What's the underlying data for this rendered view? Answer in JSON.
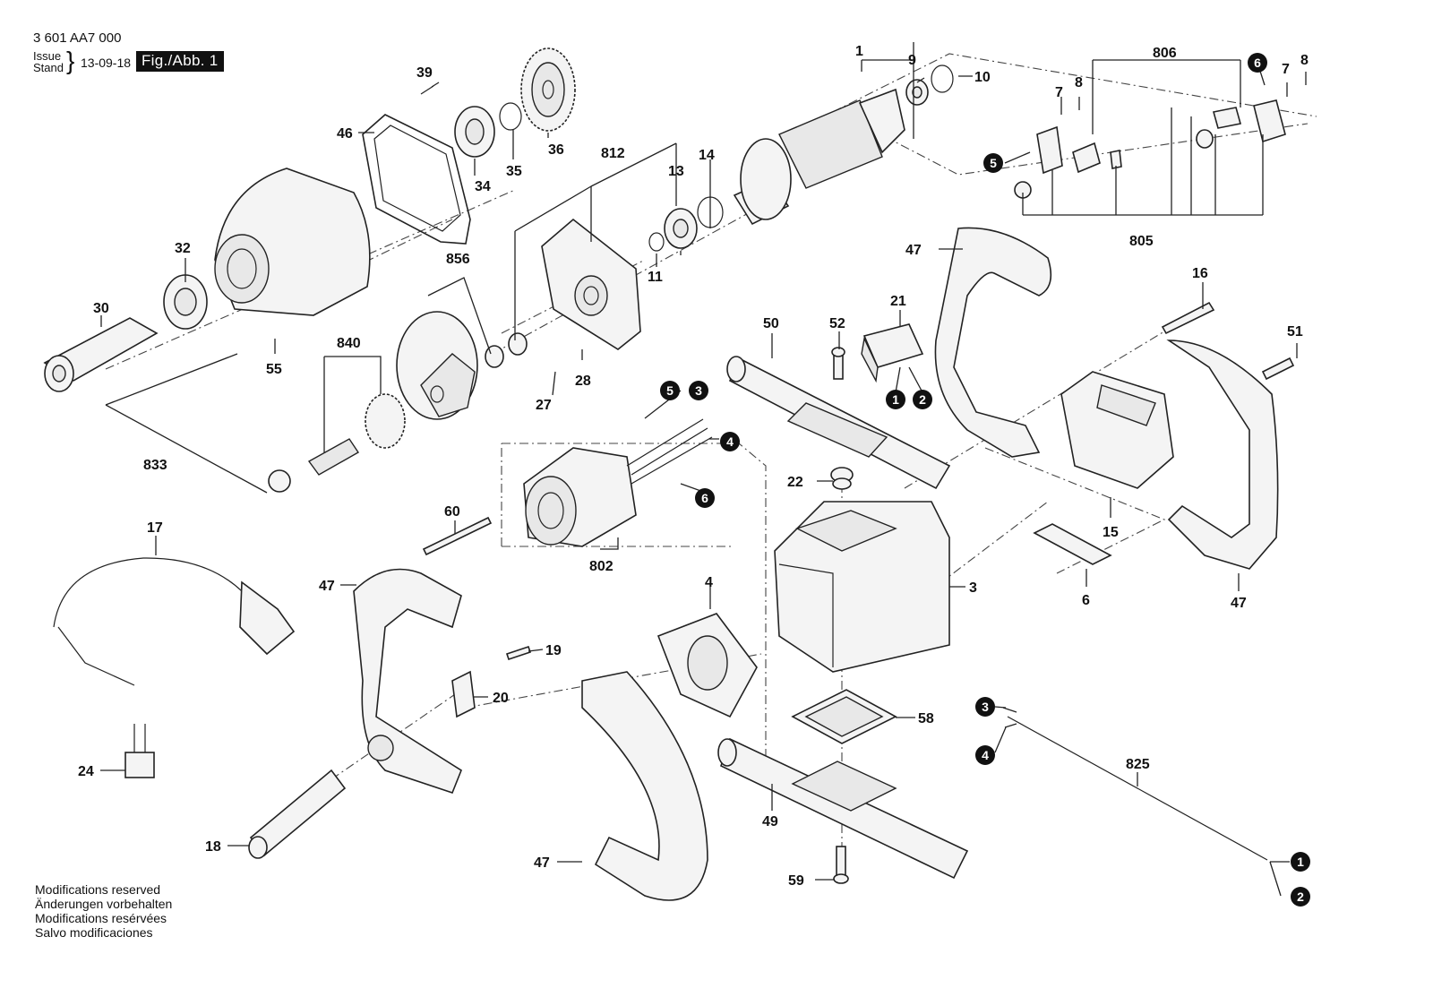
{
  "header": {
    "doc_number": "3 601 AA7 000",
    "issue_label_1": "Issue",
    "issue_label_2": "Stand",
    "issue_date": "13-09-18",
    "figure_label": "Fig./Abb. 1"
  },
  "notes": [
    "Modifications reserved",
    "Änderungen vorbehalten",
    "Modifications resérvées",
    "Salvo modificaciones"
  ],
  "part_labels": {
    "p1": "1",
    "p3": "3",
    "p4": "4",
    "p6": "6",
    "p7a": "7",
    "p7b": "7",
    "p8a": "8",
    "p8b": "8",
    "p9": "9",
    "p10": "10",
    "p11": "11",
    "p13": "13",
    "p14": "14",
    "p15": "15",
    "p16": "16",
    "p17": "17",
    "p18": "18",
    "p19": "19",
    "p20": "20",
    "p21": "21",
    "p22": "22",
    "p24": "24",
    "p27": "27",
    "p28": "28",
    "p30": "30",
    "p32": "32",
    "p34": "34",
    "p35": "35",
    "p36": "36",
    "p39": "39",
    "p46": "46",
    "p47a": "47",
    "p47b": "47",
    "p47c": "47",
    "p47d": "47",
    "p49": "49",
    "p50": "50",
    "p51": "51",
    "p52": "52",
    "p55": "55",
    "p58": "58",
    "p59": "59",
    "p60": "60",
    "p802": "802",
    "p805": "805",
    "p806": "806",
    "p812": "812",
    "p825": "825",
    "p833": "833",
    "p840": "840",
    "p856": "856"
  },
  "wire_markers": {
    "m1a": "1",
    "m2a": "2",
    "m3a": "3",
    "m4a": "4",
    "m5a": "5",
    "m6a": "6",
    "m5b": "5",
    "m6b": "6",
    "m1b": "1",
    "m2b": "2",
    "m3b": "3",
    "m4b": "4"
  },
  "colors": {
    "ink": "#111111",
    "marker_fill": "#111111",
    "background": "#ffffff"
  }
}
